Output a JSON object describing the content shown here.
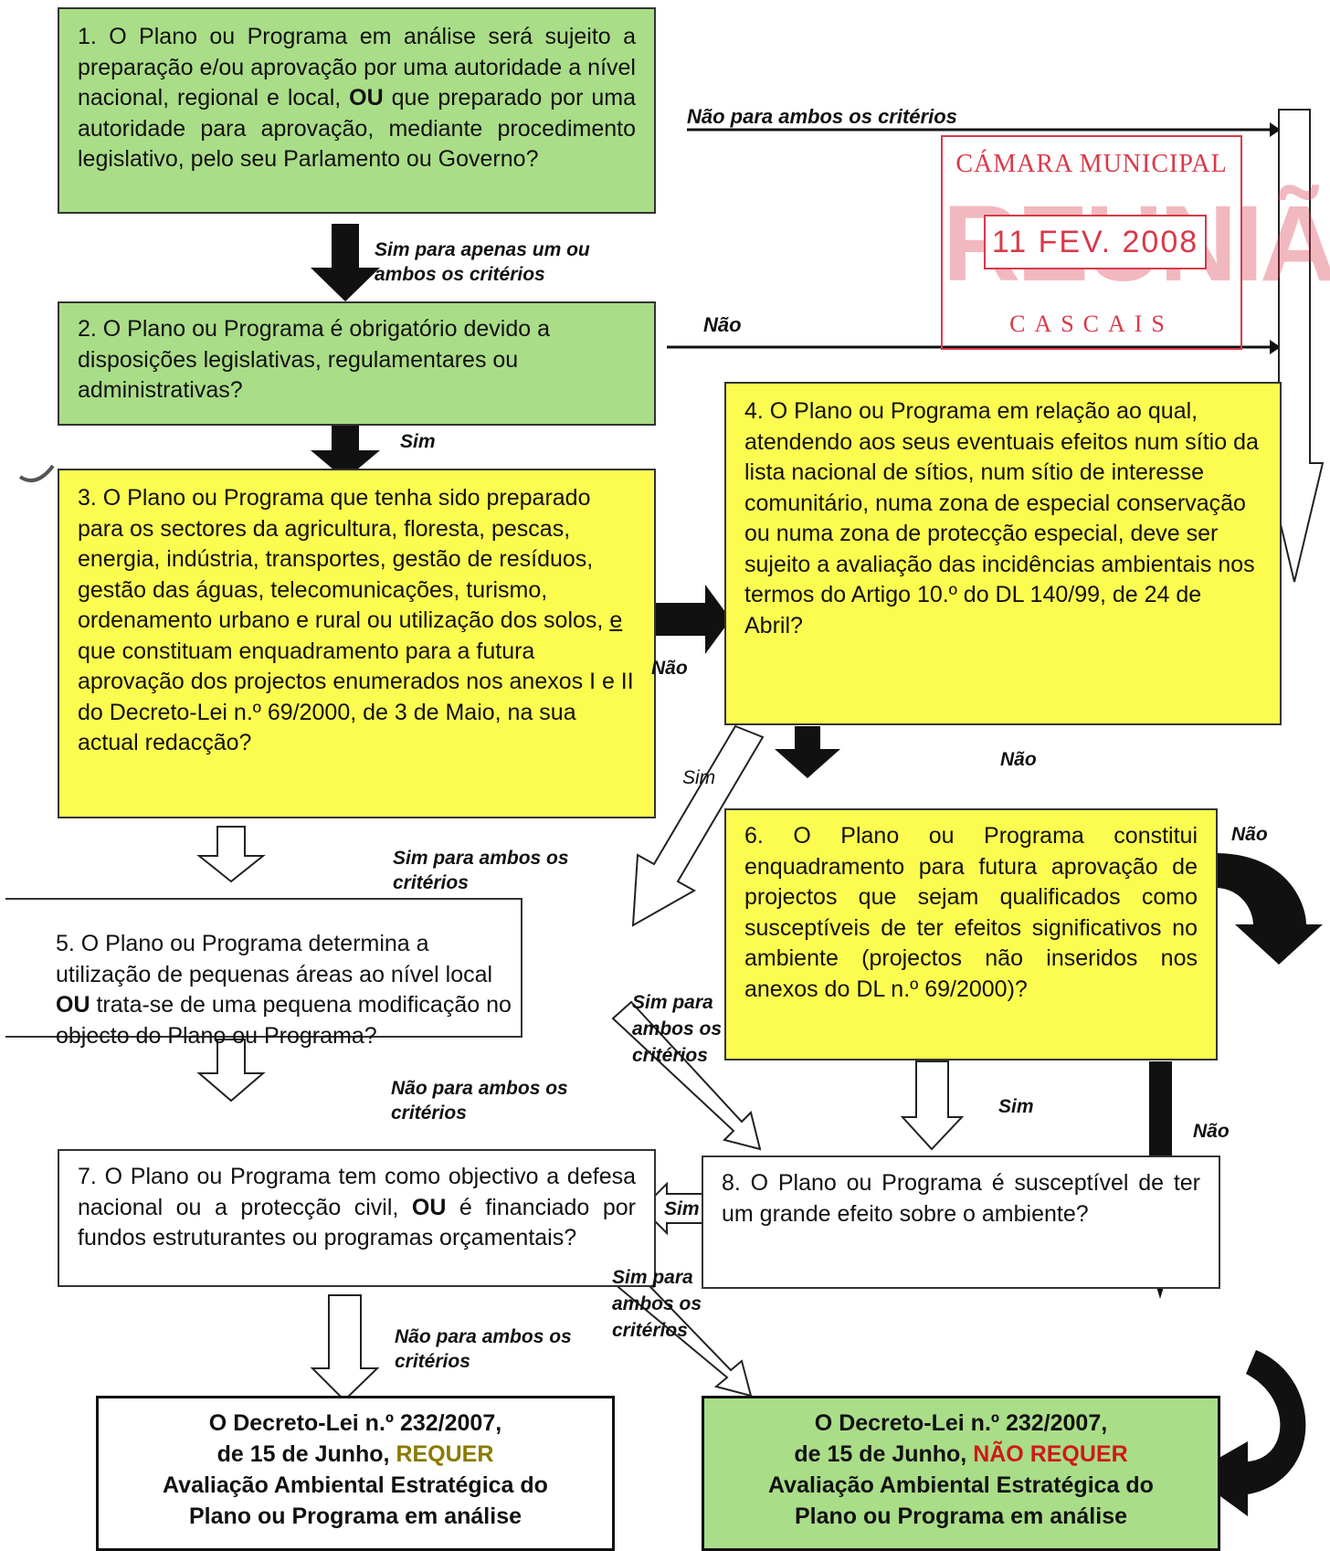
{
  "boxes": {
    "b1": {
      "text_pre": "1. O Plano ou Programa em análise será sujeito a preparação e/ou aprovação por uma autoridade a nível nacional, regional e local, ",
      "strong": "OU",
      "text_post": " que preparado por uma autoridade para aprovação, mediante procedimento legislativo, pelo seu Parlamento ou Governo?"
    },
    "b2": {
      "text": "2. O Plano ou Programa é obrigatório devido a disposições legislativas, regulamentares ou administrativas?"
    },
    "b3": {
      "text_pre": "3. O Plano ou Programa que tenha sido preparado para os sectores da agricultura, floresta, pescas, energia, indústria, transportes, gestão de resíduos, gestão das águas, telecomunicações, turismo, ordenamento urbano e rural ou utilização dos solos, ",
      "underline": "e",
      "text_post": " que constituam enquadramento para a futura aprovação dos projectos enumerados nos anexos I e II do Decreto-Lei n.º 69/2000, de 3 de Maio, na sua actual redacção?"
    },
    "b4": {
      "text": "4. O Plano ou Programa em relação ao qual, atendendo aos seus eventuais efeitos num sítio da lista nacional de sítios, num sítio de interesse comunitário, numa zona de especial conservação ou numa zona de protecção especial, deve ser sujeito a avaliação das incidências ambientais nos termos do Artigo 10.º do DL 140/99, de 24 de Abril?"
    },
    "b5": {
      "text_pre": "5. O Plano ou Programa determina a utilização de pequenas áreas ao nível local ",
      "strong": "OU",
      "text_post": " trata-se de uma pequena modificação no objecto do Plano ou Programa?"
    },
    "b6": {
      "text": "6. O Plano ou Programa constitui enquadramento para futura aprovação de projectos que sejam qualificados como susceptíveis de ter efeitos significativos no ambiente (projectos não inseridos nos anexos do DL n.º 69/2000)?"
    },
    "b7": {
      "text_pre": "7. O Plano ou Programa tem como objectivo a defesa nacional ou a protecção civil, ",
      "strong": "OU",
      "text_post": " é financiado por fundos estruturantes ou programas orçamentais?"
    },
    "b8": {
      "text": "8. O Plano ou Programa é susceptível de ter um grande efeito sobre o ambiente?"
    }
  },
  "results": {
    "requires": {
      "line1": "O Decreto-Lei n.º 232/2007,",
      "line2_pre": "de 15 de Junho, ",
      "keyword": "REQUER",
      "line3": "Avaliação Ambiental Estratégica do",
      "line4": "Plano ou Programa em análise"
    },
    "not_requires": {
      "line1": "O Decreto-Lei n.º 232/2007,",
      "line2_pre": "de 15 de Junho, ",
      "keyword": "NÃO REQUER",
      "line3": "Avaliação Ambiental Estratégica do",
      "line4": "Plano ou Programa em análise"
    }
  },
  "labels": {
    "nao_ambos_top": "Não para ambos os critérios",
    "sim_apenas": "Sim para apenas um ou ambos os critérios",
    "nao_2": "Não",
    "sim_2": "Sim",
    "nao_3": "Não",
    "nao_4": "Não",
    "sim_4": "Sim",
    "nao_6_right": "Não",
    "nao_6_down": "Não",
    "sim_6": "Sim",
    "sim_ambos_3": "Sim para ambos os critérios",
    "sim_ambos_5": "Sim para ambos os critérios",
    "nao_ambos_5": "Não para ambos os critérios",
    "sim_8": "Sim",
    "sim_ambos_7": "Sim para ambos os critérios",
    "nao_ambos_7": "Não para ambos os critérios"
  },
  "stamp": {
    "line1": "CÁMARA MUNICIPAL",
    "big": "REUNIÃO",
    "date": "11 FEV. 2008",
    "line3": "CASCAIS"
  },
  "colors": {
    "green": "#aadd88",
    "yellow": "#fcfc50",
    "stamp_red": "#d83a4a",
    "requer": "#8a7a00",
    "nao_requer": "#cc1a1a"
  }
}
